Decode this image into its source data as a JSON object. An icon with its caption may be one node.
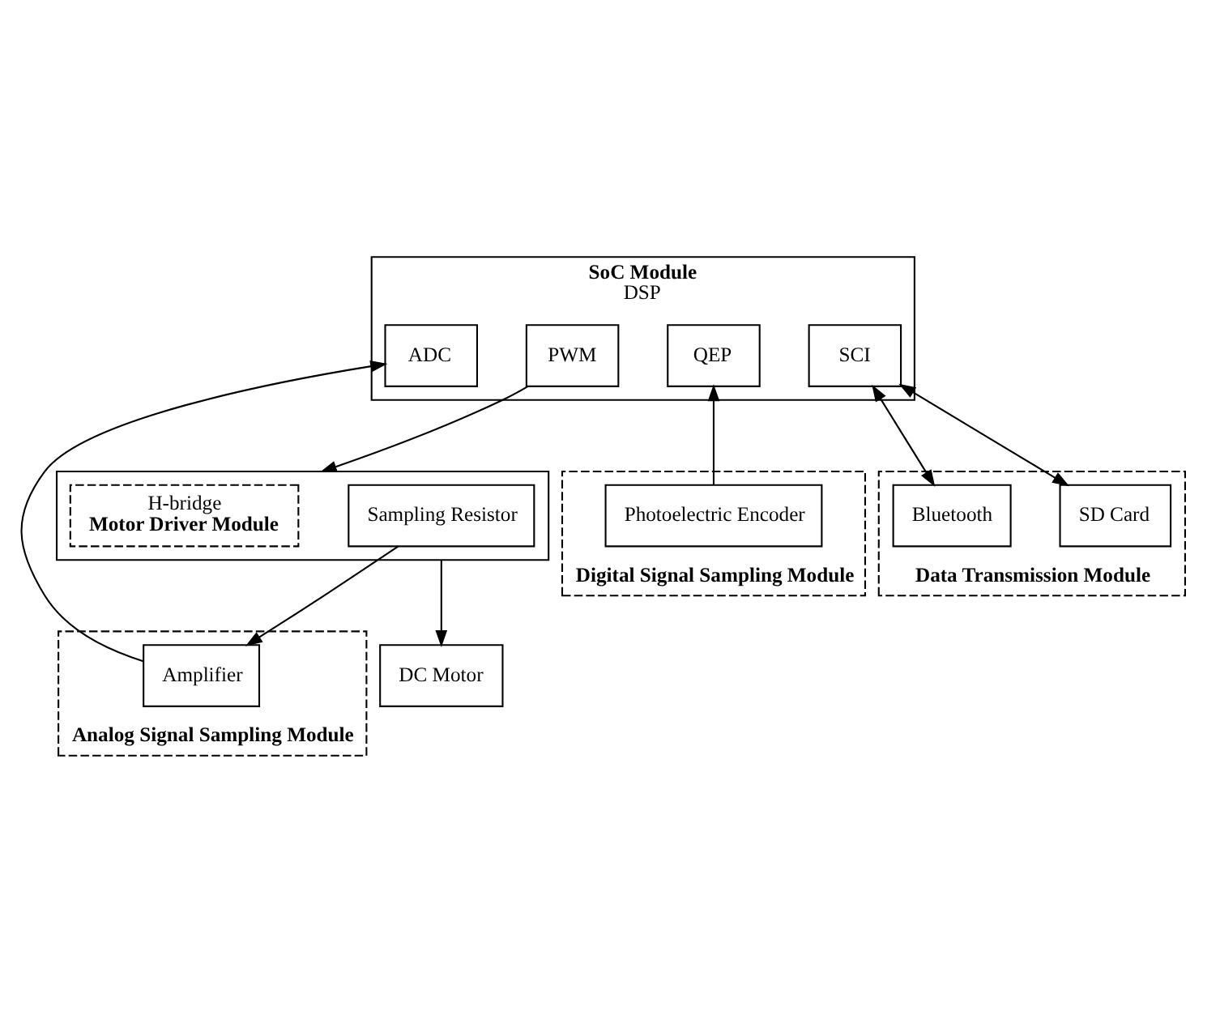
{
  "diagram": {
    "nodes": [
      {
        "text": [
          "SoC Module",
          "DSP"
        ]
      },
      {
        "text": [
          "Analog Signal Sampling Module"
        ]
      },
      {
        "text": [
          "Digital Signal Sampling Module"
        ]
      },
      {
        "text": [
          "Data Transmission Module"
        ]
      },
      {
        "text": [
          "ADC"
        ],
        "in": 0
      },
      {
        "text": [
          "PWM"
        ],
        "in": 0
      },
      {
        "text": [
          "QEP"
        ],
        "in": 0
      },
      {
        "text": [
          "SCI"
        ],
        "in": 0
      },
      {
        "text": [
          "Amplifier"
        ],
        "in": 1
      },
      {
        "text": [],
        "shape": "box"
      },
      {
        "text": [
          "Sampling Resistor"
        ],
        "in": 9
      },
      {
        "text": [
          "H-bridge",
          "Motor Driver Module"
        ],
        "in": 9
      },
      {
        "text": [
          "SD Card"
        ],
        "in": 3
      },
      {
        "text": [
          "Bluetooth"
        ],
        "in": 3
      },
      {
        "text": [
          "DC Motor"
        ]
      },
      {
        "text": [
          "Photoelectric Encoder"
        ],
        "in": 2
      }
    ],
    "edges": [
      {
        "from": 8,
        "to": 4,
        "arrow": "to"
      },
      {
        "from": 5,
        "to": 9,
        "arrow": "to"
      },
      {
        "from": 10,
        "to": 8,
        "arrow": "to"
      },
      {
        "from": 9,
        "to": 14,
        "arrow": "to"
      },
      {
        "from": 15,
        "to": 6,
        "arrow": "to"
      },
      {
        "from": 7,
        "to": 12,
        "arrow": "both"
      },
      {
        "from": 7,
        "to": 13,
        "arrow": "both"
      }
    ]
  }
}
